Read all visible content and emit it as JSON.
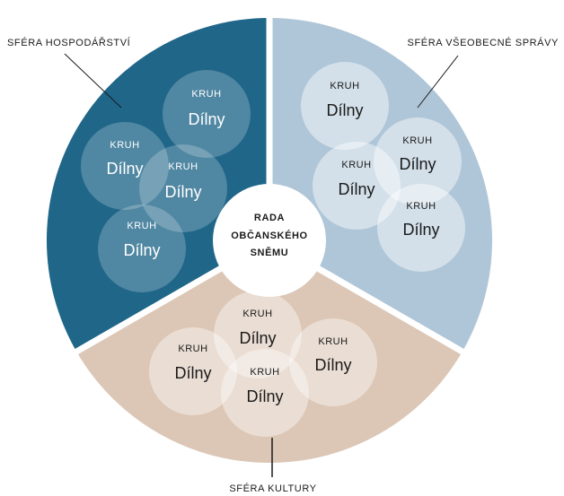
{
  "sectors": [
    {
      "key": "hospodarstvi",
      "label": "SFÉRA HOSPODÁŘSTVÍ",
      "color": "#1f6688",
      "text_color": "#ffffff",
      "circles": [
        {
          "top": "KRUH",
          "main": "Dílny"
        },
        {
          "top": "KRUH",
          "main": "Dílny"
        },
        {
          "top": "KRUH",
          "main": "Dílny"
        },
        {
          "top": "KRUH",
          "main": "Dílny"
        }
      ]
    },
    {
      "key": "spravy",
      "label": "SFÉRA VŠEOBECNÉ SPRÁVY",
      "color": "#afc6d8",
      "text_color": "#1a1a1a",
      "circles": [
        {
          "top": "KRUH",
          "main": "Dílny"
        },
        {
          "top": "KRUH",
          "main": "Dílny"
        },
        {
          "top": "KRUH",
          "main": "Dílny"
        },
        {
          "top": "KRUH",
          "main": "Dílny"
        }
      ]
    },
    {
      "key": "kultury",
      "label": "SFÉRA KULTURY",
      "color": "#dcc7b6",
      "text_color": "#1a1a1a",
      "circles": [
        {
          "top": "KRUH",
          "main": "Dílny"
        },
        {
          "top": "KRUH",
          "main": "Dílny"
        },
        {
          "top": "KRUH",
          "main": "Dílny"
        },
        {
          "top": "KRUH",
          "main": "Dílny"
        }
      ]
    }
  ],
  "center": {
    "lines": [
      "RADA",
      "OBČANSKÉHO",
      "SNĚMU"
    ]
  }
}
